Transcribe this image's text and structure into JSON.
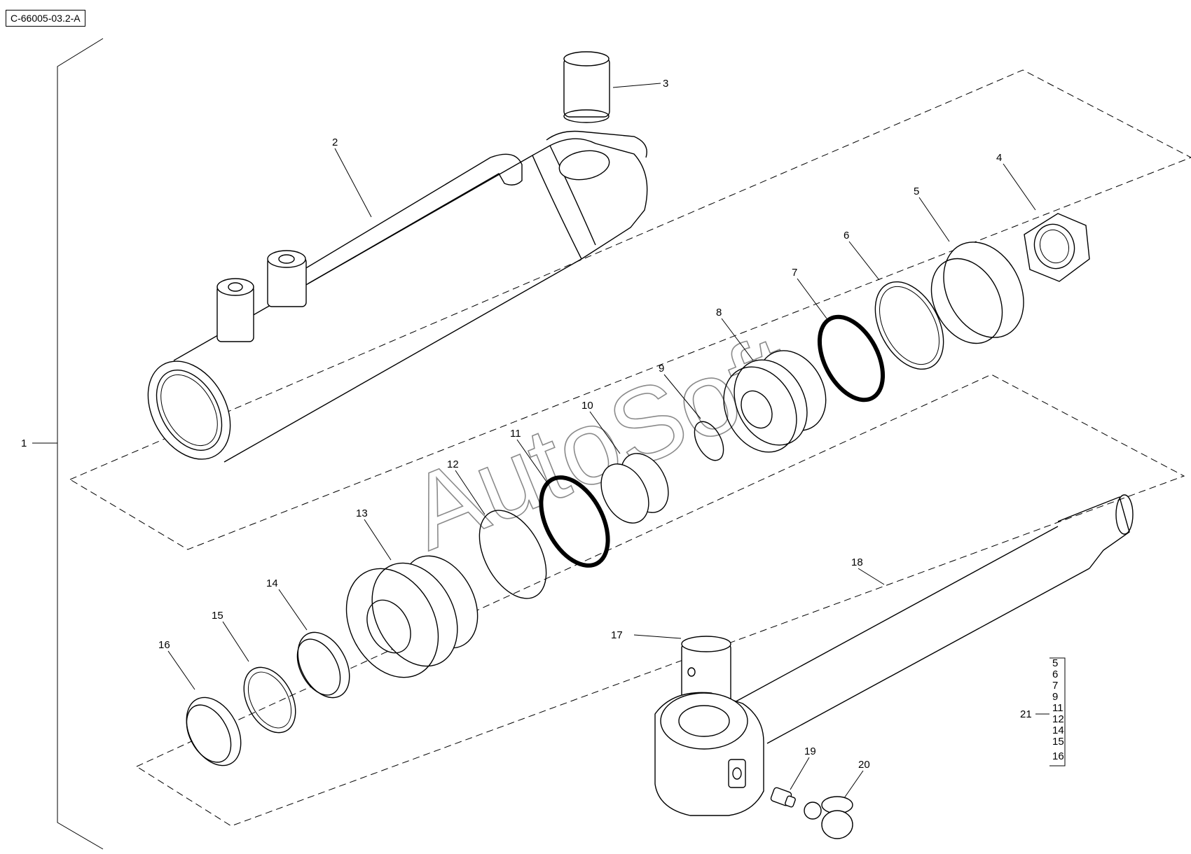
{
  "diagram_code": "C-66005-03.2-A",
  "watermark": "AutoSoft",
  "callouts": [
    "1",
    "2",
    "3",
    "4",
    "5",
    "6",
    "7",
    "8",
    "9",
    "10",
    "11",
    "12",
    "13",
    "14",
    "15",
    "16",
    "17",
    "18",
    "19",
    "20"
  ],
  "kit": {
    "label": "21",
    "items": [
      "5",
      "6",
      "7",
      "9",
      "11",
      "12",
      "14",
      "15",
      "16"
    ]
  }
}
